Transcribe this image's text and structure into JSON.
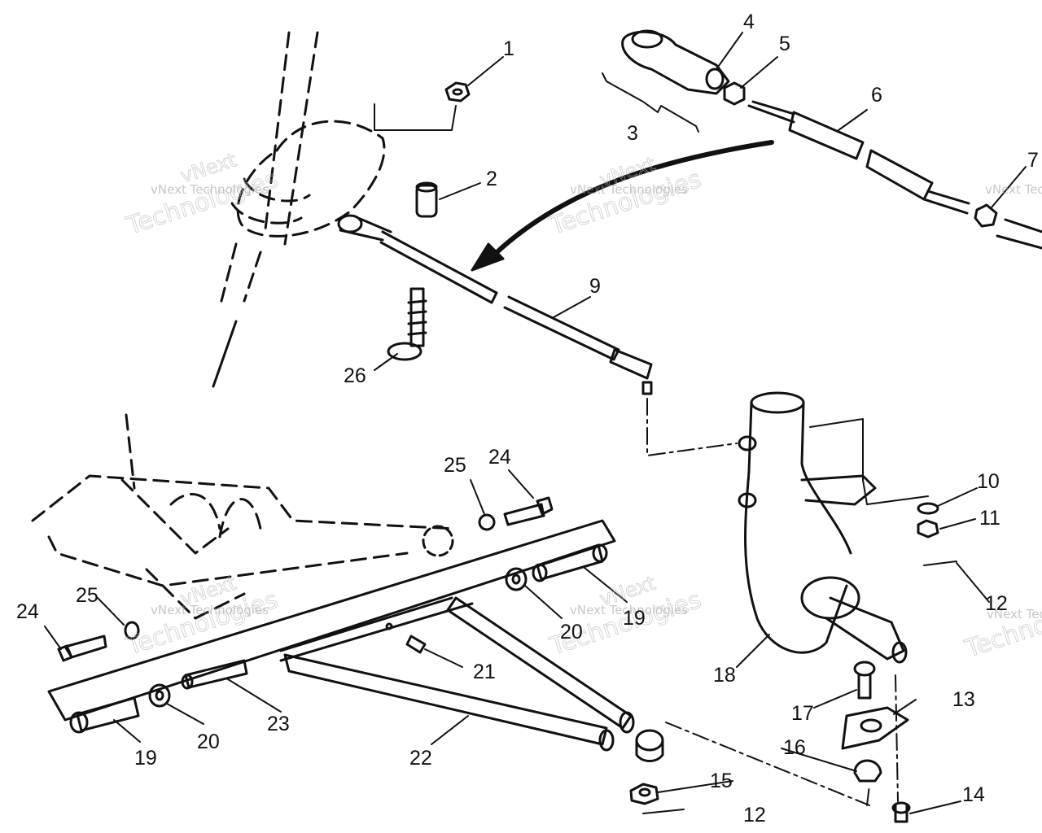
{
  "diagram": {
    "callouts": {
      "c1": "1",
      "c2": "2",
      "c3": "3",
      "c4": "4",
      "c5": "5",
      "c6": "6",
      "c7": "7",
      "c9": "9",
      "c10": "10",
      "c11": "11",
      "c12a": "12",
      "c12b": "12",
      "c13": "13",
      "c14": "14",
      "c15": "15",
      "c16": "16",
      "c17": "17",
      "c18": "18",
      "c19a": "19",
      "c19b": "19",
      "c20a": "20",
      "c20b": "20",
      "c21": "21",
      "c22": "22",
      "c23": "23",
      "c24a": "24",
      "c24b": "24",
      "c25a": "25",
      "c25b": "25",
      "c26": "26"
    },
    "watermark": {
      "line1": "vNext Technologies",
      "line2": "Technologies",
      "line3": "vNext"
    }
  }
}
